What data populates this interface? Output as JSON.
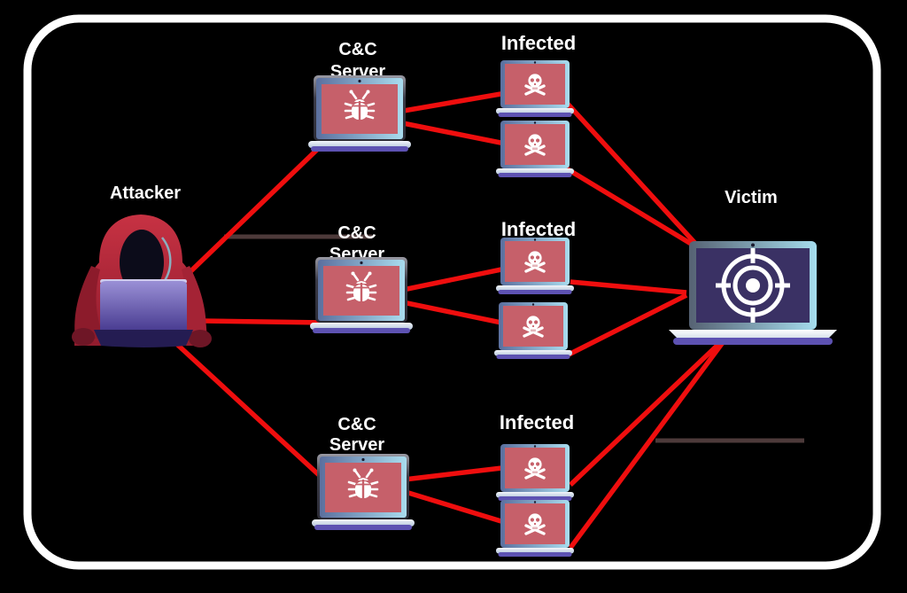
{
  "diagram": {
    "type": "ddos-attack-flow-diagram",
    "background_color": "#000000",
    "frame_color": "#ffffff",
    "attack_line_color": "#ef0e0e",
    "infected_screen_color": "#c6606a",
    "victim_screen_color": "#3a3164",
    "laptop_trim_color": "#5d52b2",
    "labels": {
      "attacker": "Attacker",
      "cnc_line1": "C&C",
      "cnc_line2": "Server",
      "infected": "Infected",
      "victim": "Victim"
    },
    "nodes": {
      "attacker": {
        "label": "Attacker",
        "icon": "hooded-hacker-icon"
      },
      "cnc_servers": [
        {
          "id": "cnc-1",
          "label": "C&C Server",
          "icon": "bug-icon"
        },
        {
          "id": "cnc-2",
          "label": "C&C Server",
          "icon": "bug-icon"
        },
        {
          "id": "cnc-3",
          "label": "C&C Server",
          "icon": "bug-icon"
        }
      ],
      "infected_machines": [
        {
          "id": "bot-1",
          "group_label": "Infected",
          "icon": "skull-crossbones-icon"
        },
        {
          "id": "bot-2",
          "group_label": "Infected",
          "icon": "skull-crossbones-icon"
        },
        {
          "id": "bot-3",
          "group_label": "Infected",
          "icon": "skull-crossbones-icon"
        },
        {
          "id": "bot-4",
          "group_label": "Infected",
          "icon": "skull-crossbones-icon"
        },
        {
          "id": "bot-5",
          "group_label": "Infected",
          "icon": "skull-crossbones-icon"
        },
        {
          "id": "bot-6",
          "group_label": "Infected",
          "icon": "skull-crossbones-icon"
        }
      ],
      "victim": {
        "label": "Victim",
        "icon": "target-icon"
      }
    },
    "edges": [
      {
        "from": "attacker",
        "to": "cnc-1"
      },
      {
        "from": "attacker",
        "to": "cnc-2"
      },
      {
        "from": "attacker",
        "to": "cnc-3"
      },
      {
        "from": "cnc-1",
        "to": "bot-1"
      },
      {
        "from": "cnc-1",
        "to": "bot-2"
      },
      {
        "from": "cnc-2",
        "to": "bot-3"
      },
      {
        "from": "cnc-2",
        "to": "bot-4"
      },
      {
        "from": "cnc-3",
        "to": "bot-5"
      },
      {
        "from": "cnc-3",
        "to": "bot-6"
      },
      {
        "from": "bot-1",
        "to": "victim"
      },
      {
        "from": "bot-2",
        "to": "victim"
      },
      {
        "from": "bot-3",
        "to": "victim"
      },
      {
        "from": "bot-4",
        "to": "victim"
      },
      {
        "from": "bot-5",
        "to": "victim"
      },
      {
        "from": "bot-6",
        "to": "victim"
      }
    ]
  }
}
